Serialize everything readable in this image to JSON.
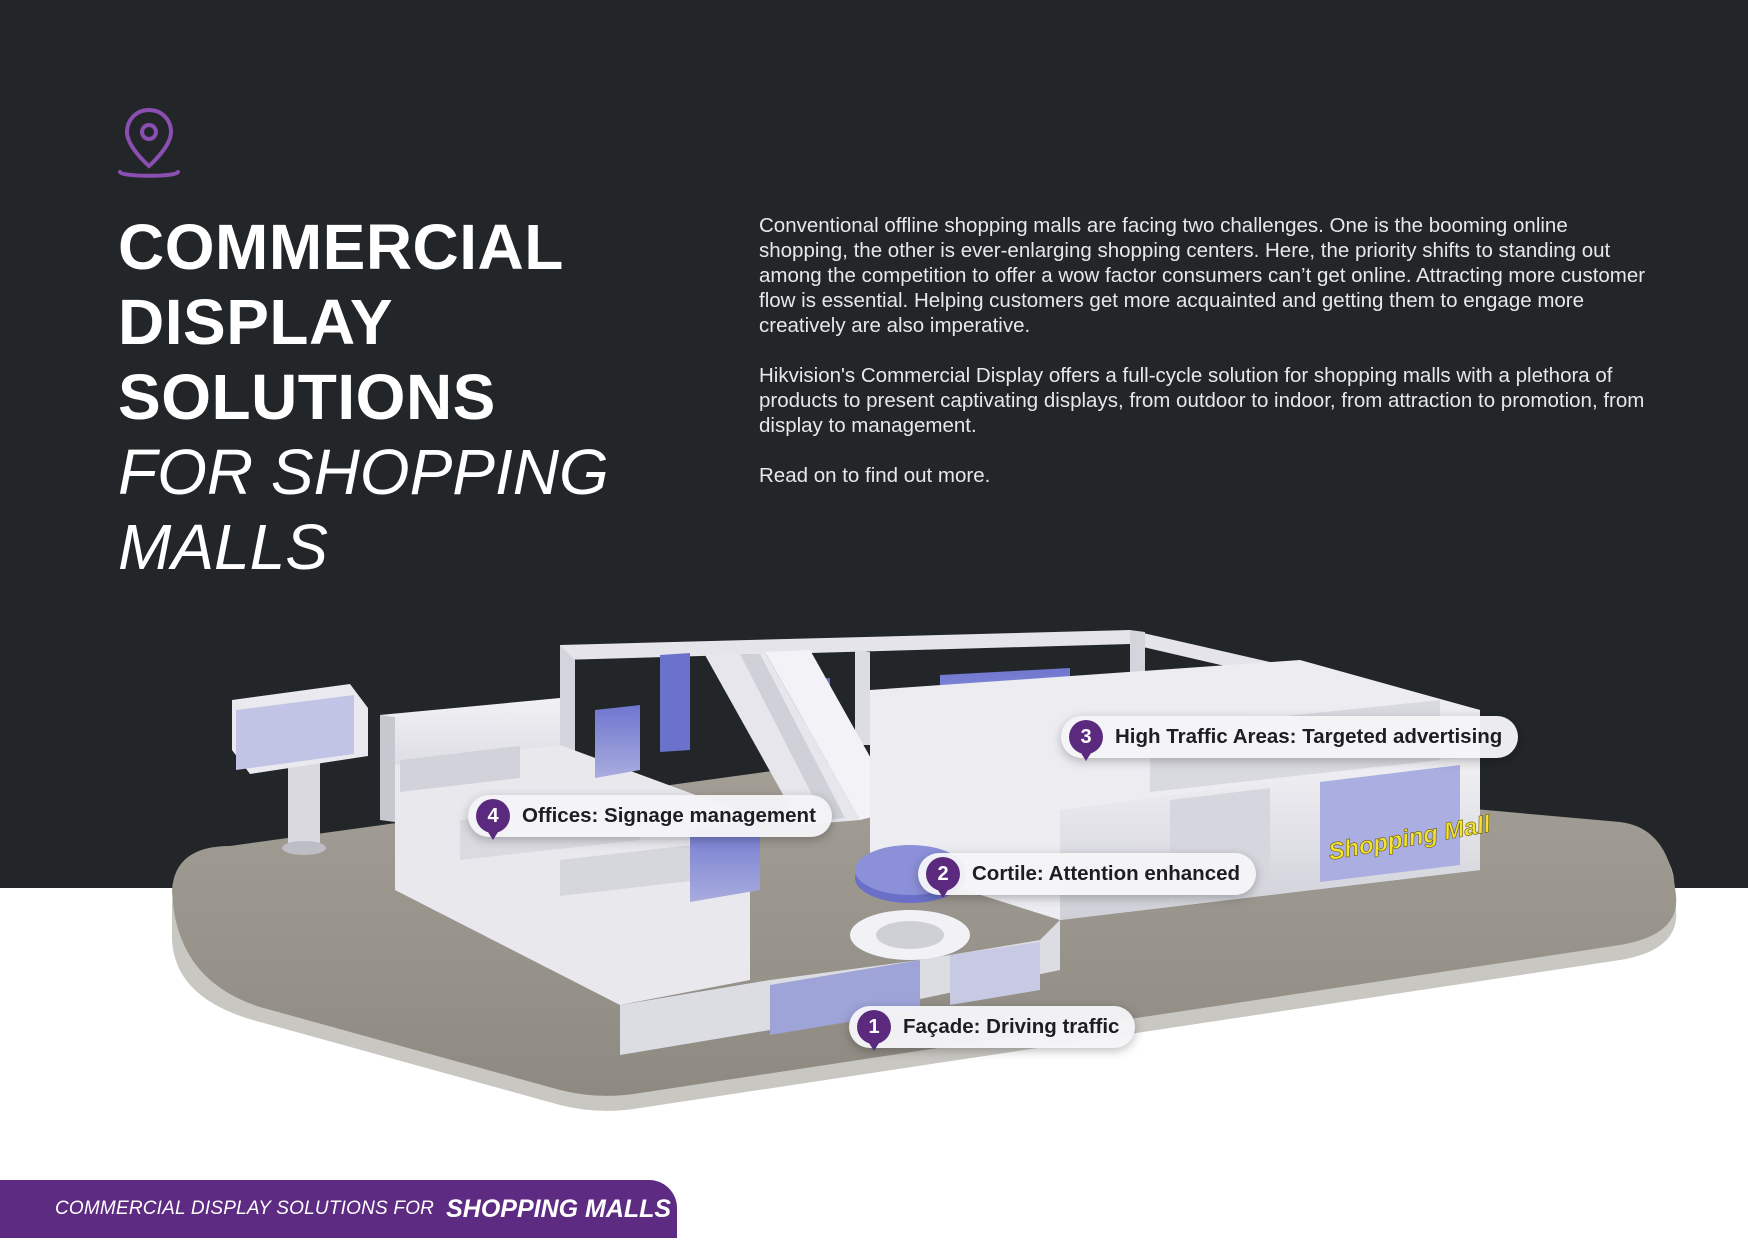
{
  "title": {
    "line1": "COMMERCIAL",
    "line2": "DISPLAY",
    "line3": "SOLUTIONS",
    "line4": "FOR SHOPPING",
    "line5": "MALLS"
  },
  "intro": {
    "p1": "Conventional offline shopping malls are facing two challenges. One is the booming online shopping, the other is ever-enlarging shopping centers. Here, the priority shifts to standing out among the competition to offer a wow factor consumers can’t get online. Attracting more customer flow is essential. Helping customers get more acquainted and getting them to engage more creatively are also imperative.",
    "p2": "Hikvision's Commercial Display offers a full-cycle solution for shopping malls with a plethora of products to present captivating displays, from outdoor to indoor, from attraction to promotion, from display to management.",
    "p3": "Read on to find out more."
  },
  "callouts": [
    {
      "num": "1",
      "label": "Façade: Driving traffic"
    },
    {
      "num": "2",
      "label": "Cortile: Attention enhanced"
    },
    {
      "num": "3",
      "label": "High Traffic Areas: Targeted advertising"
    },
    {
      "num": "4",
      "label": "Offices: Signage management"
    }
  ],
  "scene": {
    "sign_text": "Shopping Mall"
  },
  "footer": {
    "prefix": "COMMERCIAL DISPLAY SOLUTIONS FOR",
    "emphasis": "SHOPPING MALLS"
  },
  "colors": {
    "background_dark": "#222629",
    "accent_purple": "#5d2b82",
    "icon_purple": "#8a4fb0",
    "screen_blue": "#5b63c8",
    "sign_yellow": "#f2e233"
  },
  "icons": {
    "location": "location-pin-icon"
  }
}
